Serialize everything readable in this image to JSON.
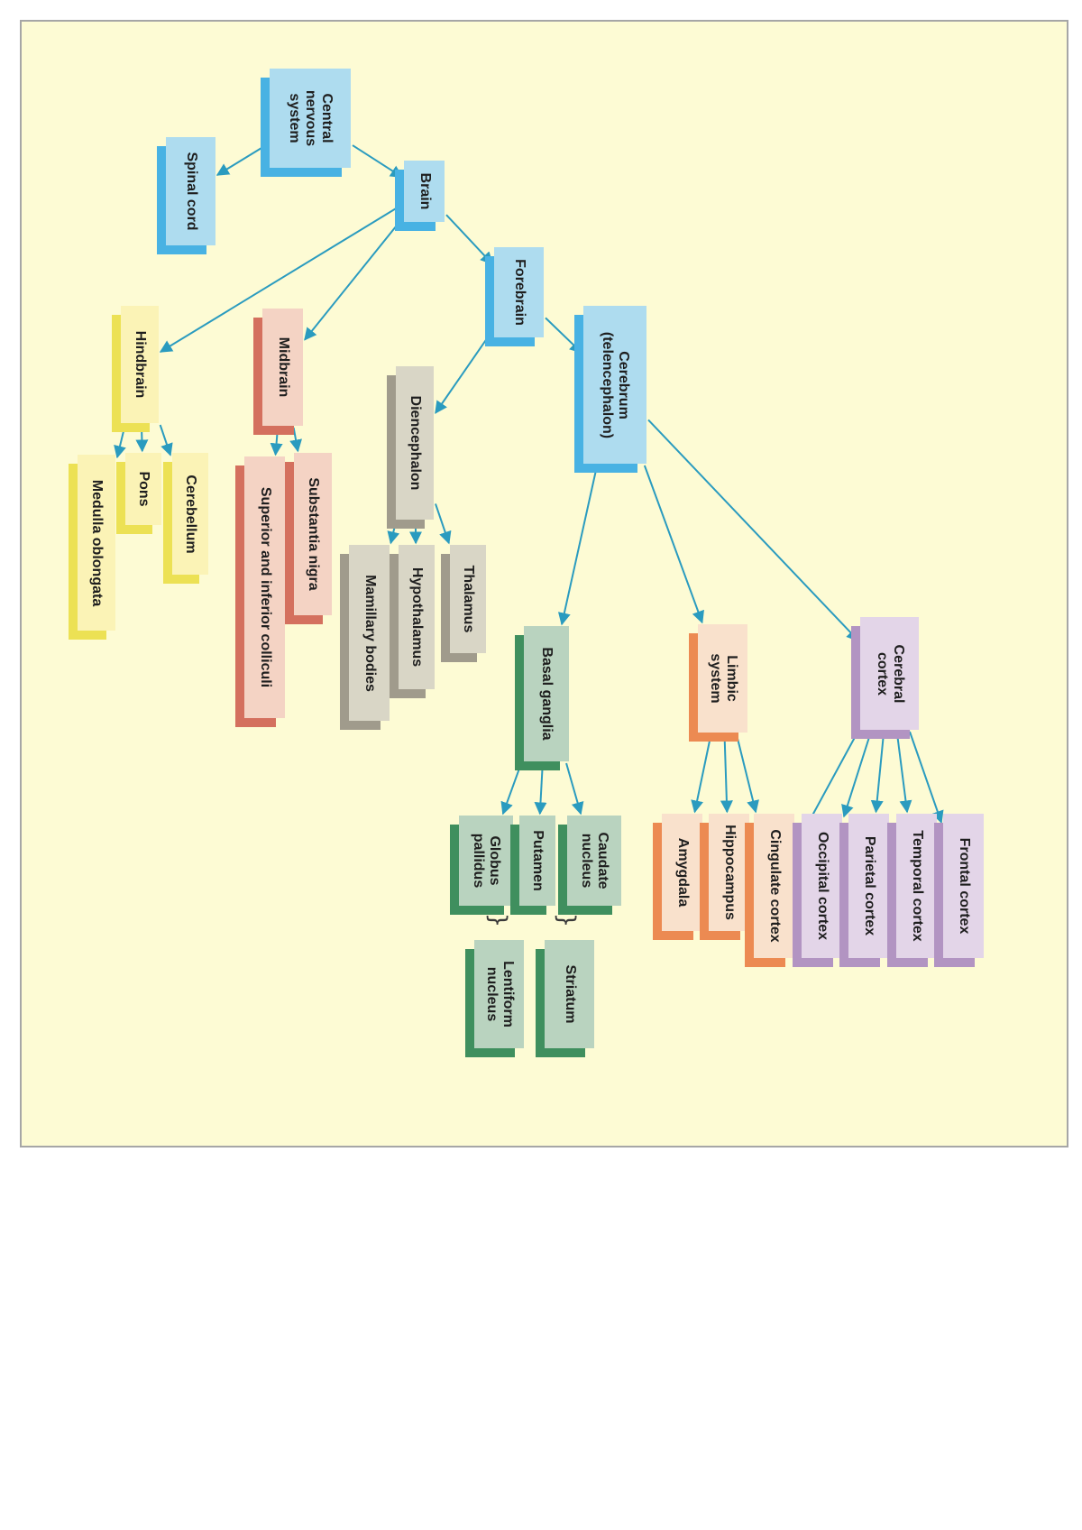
{
  "diagram": {
    "nodes": [
      {
        "id": "cns",
        "label": "Central\nnervous\nsystem",
        "group": "blue"
      },
      {
        "id": "spinal",
        "label": "Spinal cord",
        "group": "blue"
      },
      {
        "id": "brain",
        "label": "Brain",
        "group": "blue"
      },
      {
        "id": "forebrain",
        "label": "Forebrain",
        "group": "blue"
      },
      {
        "id": "hindbrain",
        "label": "Hindbrain",
        "group": "yellow"
      },
      {
        "id": "midbrain",
        "label": "Midbrain",
        "group": "red"
      },
      {
        "id": "dienceph",
        "label": "Diencephalon",
        "group": "gray"
      },
      {
        "id": "cerebrum",
        "label": "Cerebrum\n(telencephalon)",
        "group": "blue"
      },
      {
        "id": "medulla",
        "label": "Medulla oblongata",
        "group": "yellow"
      },
      {
        "id": "pons",
        "label": "Pons",
        "group": "yellow"
      },
      {
        "id": "cerebellum",
        "label": "Cerebellum",
        "group": "yellow"
      },
      {
        "id": "supinf",
        "label": "Superior and inferior colliculi",
        "group": "red"
      },
      {
        "id": "substantia",
        "label": "Substantia nigra",
        "group": "red"
      },
      {
        "id": "mamillary",
        "label": "Mamillary bodies",
        "group": "gray"
      },
      {
        "id": "hypothal",
        "label": "Hypothalamus",
        "group": "gray"
      },
      {
        "id": "thalamus",
        "label": "Thalamus",
        "group": "gray"
      },
      {
        "id": "basal",
        "label": "Basal ganglia",
        "group": "green"
      },
      {
        "id": "limbic",
        "label": "Limbic\nsystem",
        "group": "orange"
      },
      {
        "id": "cortex",
        "label": "Cerebral\ncortex",
        "group": "purple"
      },
      {
        "id": "globus",
        "label": "Globus\npallidus",
        "group": "green"
      },
      {
        "id": "putamen",
        "label": "Putamen",
        "group": "green"
      },
      {
        "id": "caudate",
        "label": "Caudate\nnucleus",
        "group": "green"
      },
      {
        "id": "lentiform",
        "label": "Lentiform\nnucleus",
        "group": "green"
      },
      {
        "id": "striatum",
        "label": "Striatum",
        "group": "green"
      },
      {
        "id": "amygdala",
        "label": "Amygdala",
        "group": "orange"
      },
      {
        "id": "hippocampus",
        "label": "Hippocampus",
        "group": "orange"
      },
      {
        "id": "cingulate",
        "label": "Cingulate cortex",
        "group": "orange"
      },
      {
        "id": "occipital",
        "label": "Occipital cortex",
        "group": "purple"
      },
      {
        "id": "parietal",
        "label": "Parietal cortex",
        "group": "purple"
      },
      {
        "id": "temporal",
        "label": "Temporal cortex",
        "group": "purple"
      },
      {
        "id": "frontal",
        "label": "Frontal cortex",
        "group": "purple"
      }
    ],
    "edges": [
      [
        "cns",
        "spinal"
      ],
      [
        "cns",
        "brain"
      ],
      [
        "brain",
        "hindbrain"
      ],
      [
        "brain",
        "midbrain"
      ],
      [
        "brain",
        "forebrain"
      ],
      [
        "forebrain",
        "dienceph"
      ],
      [
        "forebrain",
        "cerebrum"
      ],
      [
        "hindbrain",
        "medulla"
      ],
      [
        "hindbrain",
        "pons"
      ],
      [
        "hindbrain",
        "cerebellum"
      ],
      [
        "midbrain",
        "supinf"
      ],
      [
        "midbrain",
        "substantia"
      ],
      [
        "dienceph",
        "mamillary"
      ],
      [
        "dienceph",
        "hypothal"
      ],
      [
        "dienceph",
        "thalamus"
      ],
      [
        "cerebrum",
        "basal"
      ],
      [
        "cerebrum",
        "limbic"
      ],
      [
        "cerebrum",
        "cortex"
      ],
      [
        "basal",
        "globus"
      ],
      [
        "basal",
        "putamen"
      ],
      [
        "basal",
        "caudate"
      ],
      [
        "limbic",
        "amygdala"
      ],
      [
        "limbic",
        "hippocampus"
      ],
      [
        "limbic",
        "cingulate"
      ],
      [
        "cortex",
        "cingulate"
      ],
      [
        "cortex",
        "occipital"
      ],
      [
        "cortex",
        "parietal"
      ],
      [
        "cortex",
        "temporal"
      ],
      [
        "cortex",
        "frontal"
      ]
    ],
    "braces": [
      {
        "id": "brace-lentiform",
        "symbol": "}"
      },
      {
        "id": "brace-striatum",
        "symbol": "}"
      }
    ],
    "colors": {
      "background": "#fdfbd4",
      "arrow": "#2a9bbf",
      "blue": {
        "face": "#aedcef",
        "shadow": "#48b2e3"
      },
      "yellow": {
        "face": "#fbf3b6",
        "shadow": "#ece154"
      },
      "red": {
        "face": "#f4d3c4",
        "shadow": "#d4705e"
      },
      "gray": {
        "face": "#d9d6c6",
        "shadow": "#a09b8c"
      },
      "green": {
        "face": "#b9d3bf",
        "shadow": "#3f8f5e"
      },
      "orange": {
        "face": "#f9e1cc",
        "shadow": "#ec8a52"
      },
      "purple": {
        "face": "#e3d5e8",
        "shadow": "#b294c2"
      }
    }
  }
}
